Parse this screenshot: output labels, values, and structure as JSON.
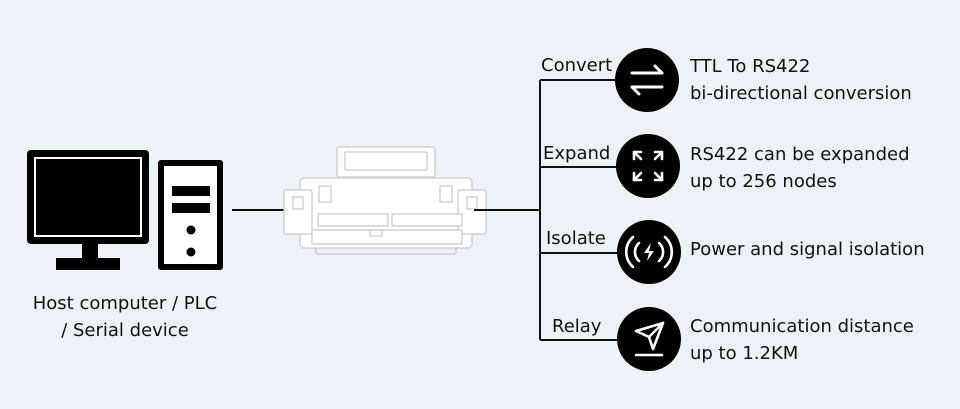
{
  "host": {
    "label_line1": "Host computer / PLC",
    "label_line2": "/ Serial device"
  },
  "colors": {
    "background": "#eef1f5",
    "line": "#111111",
    "icon_circle": "#000000",
    "device_outline": "#c9ccd1"
  },
  "branches": [
    {
      "label": "Convert",
      "icon": "swap-arrows-icon",
      "text_line1": "TTL To RS422",
      "text_line2": "bi-directional conversion"
    },
    {
      "label": "Expand",
      "icon": "expand-arrows-icon",
      "text_line1": "RS422 can be expanded",
      "text_line2": "up to 256 nodes"
    },
    {
      "label": "Isolate",
      "icon": "isolation-signal-icon",
      "text_line1": "Power and signal isolation",
      "text_line2": ""
    },
    {
      "label": "Relay",
      "icon": "send-plane-icon",
      "text_line1": "Communication distance",
      "text_line2": "up to 1.2KM"
    }
  ]
}
